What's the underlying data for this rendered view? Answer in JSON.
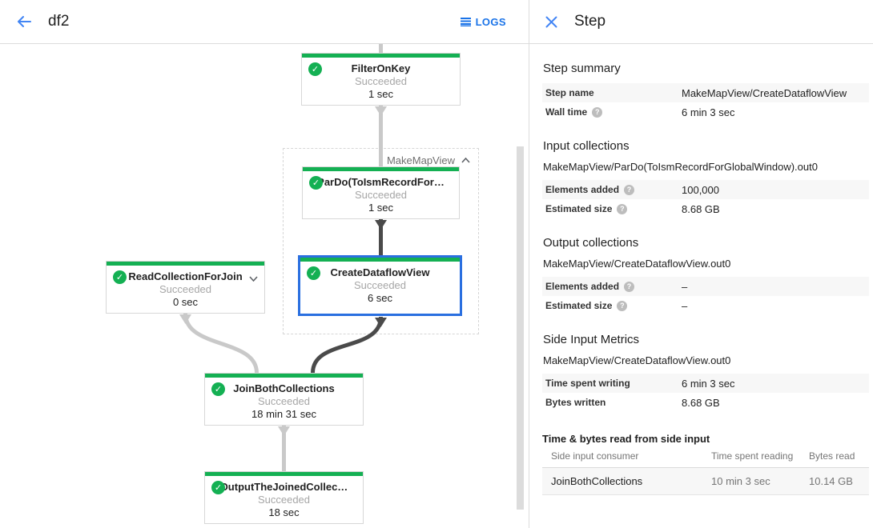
{
  "colors": {
    "link_blue": "#1a73e8",
    "icon_blue": "#4285f4",
    "selection_blue": "#2a6fe0",
    "success_green": "#14b053"
  },
  "header": {
    "job_title": "df2",
    "logs_label": "LOGS"
  },
  "panel": {
    "title": "Step",
    "sections": {
      "step_summary": {
        "heading": "Step summary",
        "rows": [
          {
            "label": "Step name",
            "value": "MakeMapView/CreateDataflowView"
          },
          {
            "label": "Wall time",
            "value": "6 min 3 sec"
          }
        ]
      },
      "input_collections": {
        "heading": "Input collections",
        "collection": "MakeMapView/ParDo(ToIsmRecordForGlobalWindow).out0",
        "rows": [
          {
            "label": "Elements added",
            "value": "100,000"
          },
          {
            "label": "Estimated size",
            "value": "8.68 GB"
          }
        ]
      },
      "output_collections": {
        "heading": "Output collections",
        "collection": "MakeMapView/CreateDataflowView.out0",
        "rows": [
          {
            "label": "Elements added",
            "value": "–"
          },
          {
            "label": "Estimated size",
            "value": "–"
          }
        ]
      },
      "side_input_metrics": {
        "heading": "Side Input Metrics",
        "collection": "MakeMapView/CreateDataflowView.out0",
        "rows": [
          {
            "label": "Time spent writing",
            "value": "6 min 3 sec"
          },
          {
            "label": "Bytes written",
            "value": "8.68 GB"
          }
        ]
      },
      "side_input_table": {
        "heading": "Time & bytes read from side input",
        "columns": [
          "Side input consumer",
          "Time spent reading",
          "Bytes read"
        ],
        "rows": [
          [
            "JoinBothCollections",
            "10 min 3 sec",
            "10.14 GB"
          ]
        ]
      }
    }
  },
  "graph": {
    "group_label": "MakeMapView",
    "nodes": [
      {
        "title": "FilterOnKey",
        "status": "Succeeded",
        "time": "1 sec"
      },
      {
        "title": "ParDo(ToIsmRecordFor…",
        "status": "Succeeded",
        "time": "1 sec"
      },
      {
        "title": "CreateDataflowView",
        "status": "Succeeded",
        "time": "6 sec"
      },
      {
        "title": "ReadCollectionForJoin",
        "status": "Succeeded",
        "time": "0 sec"
      },
      {
        "title": "JoinBothCollections",
        "status": "Succeeded",
        "time": "18 min 31 sec"
      },
      {
        "title": "OutputTheJoinedCollec…",
        "status": "Succeeded",
        "time": "18 sec"
      }
    ]
  }
}
